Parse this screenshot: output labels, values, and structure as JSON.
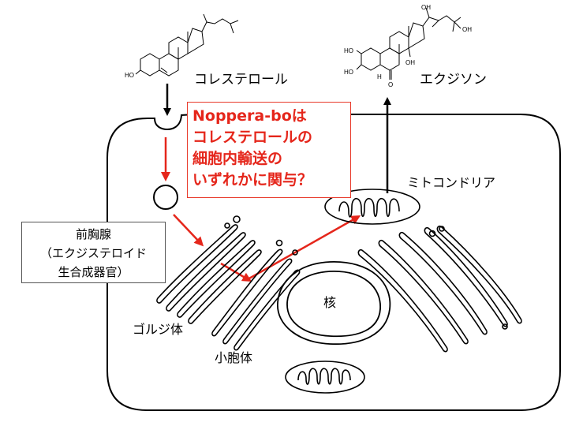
{
  "molecules": {
    "cholesterol": {
      "label": "コレステロール",
      "atoms": {
        "ho": "HO"
      }
    },
    "ecdysone": {
      "label": "エクジソン",
      "atoms": {
        "ho1": "HO",
        "ho2": "HO",
        "oh_side1": "OH",
        "oh_side2": "OH",
        "oh_ring": "OH",
        "h": "H",
        "o": "O"
      }
    }
  },
  "callout": {
    "lines": [
      "Noppera-boは",
      "コレステロールの",
      "細胞内輸送の",
      "いずれかに関与？"
    ]
  },
  "gland_box": {
    "lines": [
      "前胸腺",
      "（エクジステロイド",
      "生合成器官）"
    ]
  },
  "labels": {
    "mitochondria": "ミトコンドリア",
    "golgi": "ゴルジ体",
    "vesicle": "小胞体",
    "nucleus": "核"
  },
  "colors": {
    "arrow_red": "#e5261b",
    "ink": "#000000",
    "callout_border": "#e8392a"
  }
}
